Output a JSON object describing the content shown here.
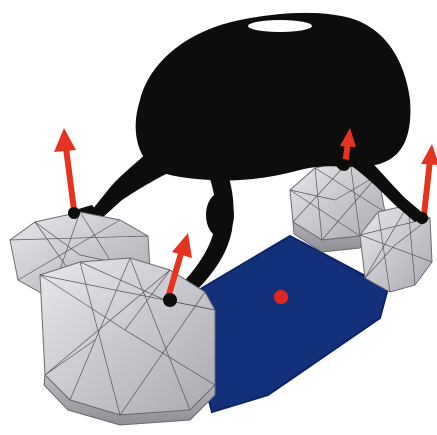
{
  "scene": {
    "robot": {
      "type": "quadruped",
      "legs": 4,
      "color": "#0d0d0d"
    },
    "support_region": {
      "color": "#13307a",
      "edge": "#0b2466"
    },
    "center_marker": {
      "color": "#e0261e"
    },
    "contact_blocks": [
      {
        "id": "front-left",
        "color": "#c9c9cd"
      },
      {
        "id": "front-middle",
        "color": "#cfcfd3"
      },
      {
        "id": "rear-middle",
        "color": "#c4c4c8"
      },
      {
        "id": "rear-right",
        "color": "#bfbfc4"
      }
    ],
    "force_arrows": {
      "count": 4,
      "color": "#e4331f"
    }
  }
}
